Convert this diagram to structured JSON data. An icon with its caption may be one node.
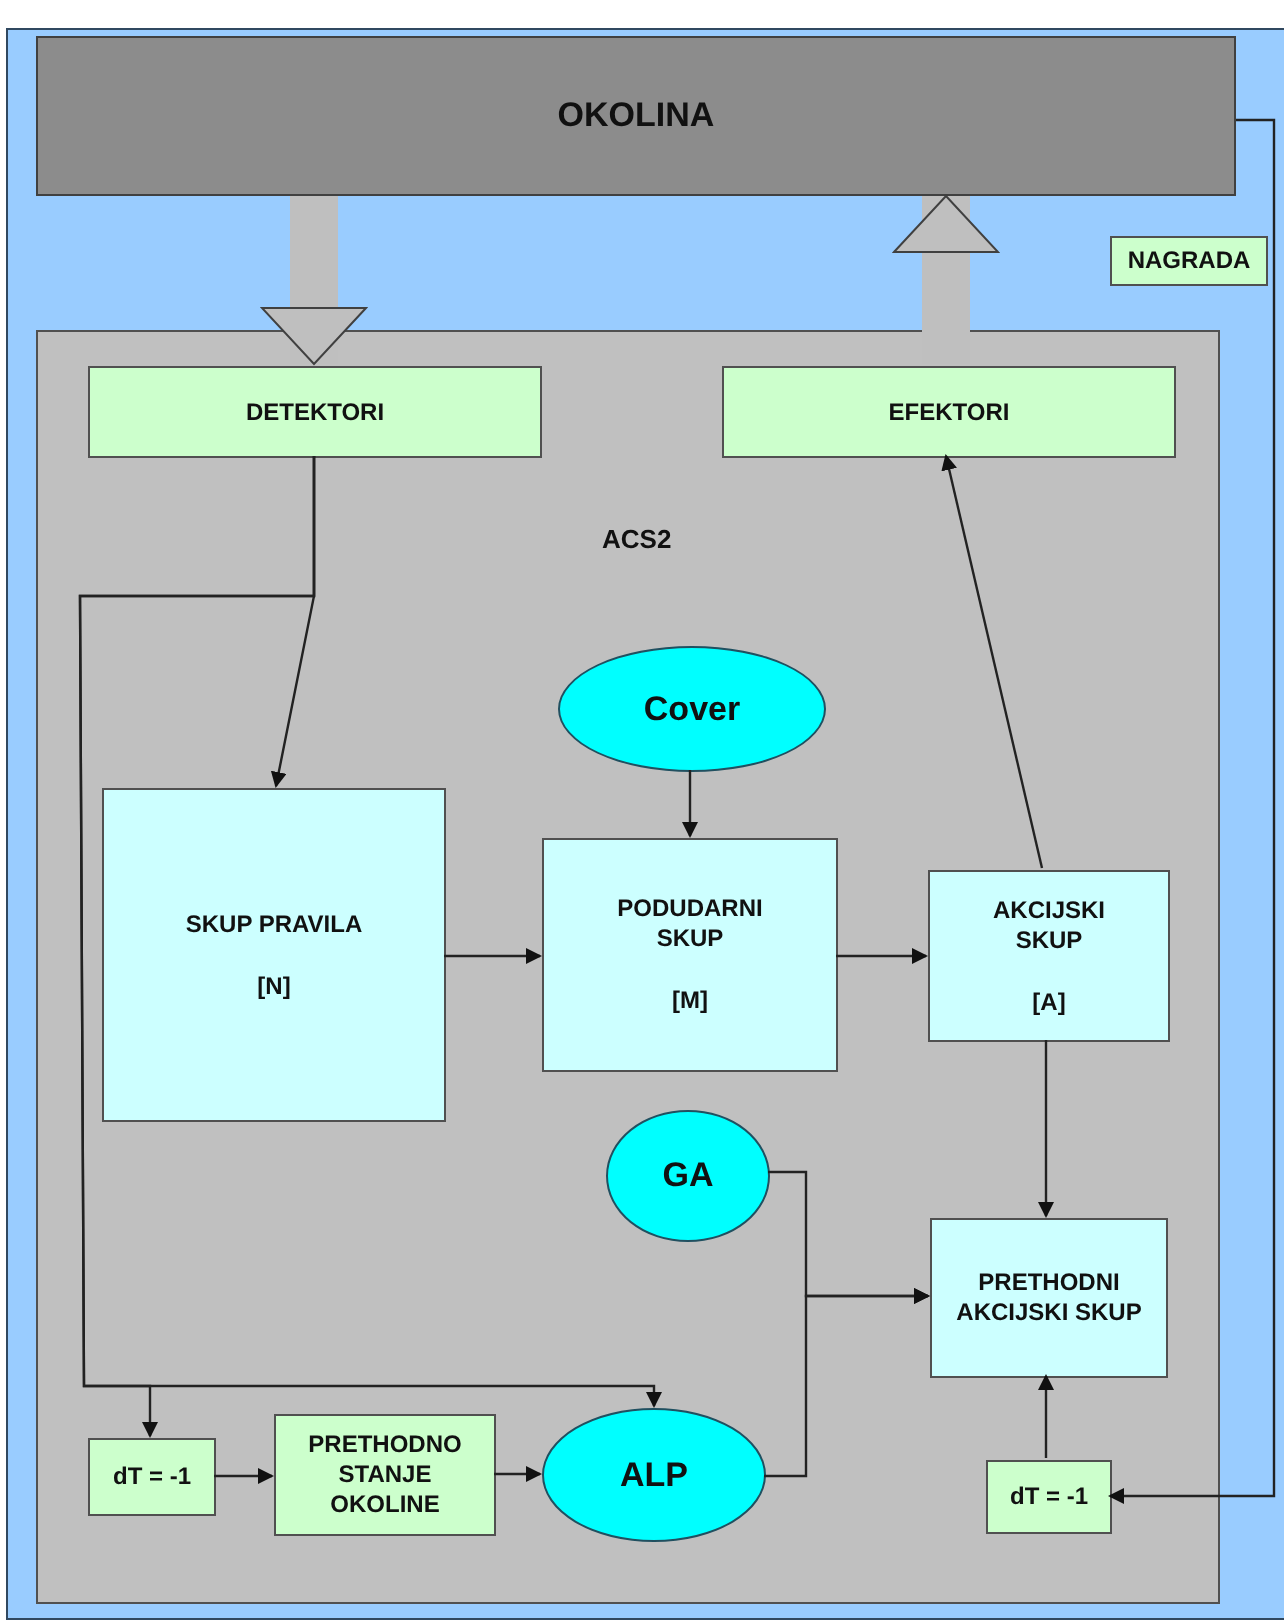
{
  "diagram": {
    "nodes": [
      {
        "text": [
          "OKOLINA"
        ]
      },
      {
        "text": [
          "ACS2"
        ]
      },
      {
        "text": [
          "DETEKTORI"
        ],
        "in": 1
      },
      {
        "text": [
          "EFEKTORI"
        ],
        "in": 1
      },
      {
        "text": [
          "NAGRADA"
        ]
      },
      {
        "text": [
          "SKUP PRAVILA",
          "[N]"
        ],
        "in": 1
      },
      {
        "text": [
          "Cover"
        ],
        "in": 1
      },
      {
        "text": [
          "PODUDARNI SKUP",
          "[M]"
        ],
        "in": 1
      },
      {
        "text": [
          "AKCIJSKI SKUP",
          "[A]"
        ],
        "in": 1
      },
      {
        "text": [
          "GA"
        ],
        "in": 1
      },
      {
        "text": [
          "PRETHODNI AKCIJSKI SKUP"
        ],
        "in": 1
      },
      {
        "text": [
          "dT = -1"
        ],
        "in": 1
      },
      {
        "text": [
          "PRETHODNO STANJE OKOLINE"
        ],
        "in": 1
      },
      {
        "text": [
          "ALP"
        ],
        "in": 1
      },
      {
        "text": [
          "dT = -1"
        ],
        "in": 1
      }
    ],
    "edges": [
      {
        "from": 0,
        "to": 2,
        "arrow": "to",
        "style": "thick",
        "color": "#bfbfbf"
      },
      {
        "from": 3,
        "to": 0,
        "arrow": "to",
        "style": "thick",
        "color": "#bfbfbf"
      },
      {
        "from": 2,
        "to": 5,
        "arrow": "to"
      },
      {
        "from": 2,
        "to": 11,
        "arrow": "to"
      },
      {
        "from": 2,
        "to": 13,
        "arrow": "to"
      },
      {
        "from": 5,
        "to": 7,
        "arrow": "to"
      },
      {
        "from": 6,
        "to": 7,
        "arrow": "to"
      },
      {
        "from": 7,
        "to": 8,
        "arrow": "to"
      },
      {
        "from": 8,
        "to": 3,
        "arrow": "to"
      },
      {
        "from": 8,
        "to": 10,
        "arrow": "to"
      },
      {
        "from": 9,
        "to": 10,
        "arrow": "to"
      },
      {
        "from": 13,
        "to": 10,
        "arrow": "to"
      },
      {
        "from": 11,
        "to": 12,
        "arrow": "to"
      },
      {
        "from": 12,
        "to": 13,
        "arrow": "to"
      },
      {
        "from": 14,
        "to": 10,
        "arrow": "to"
      },
      {
        "from": 0,
        "to": 14,
        "arrow": "to"
      }
    ]
  }
}
